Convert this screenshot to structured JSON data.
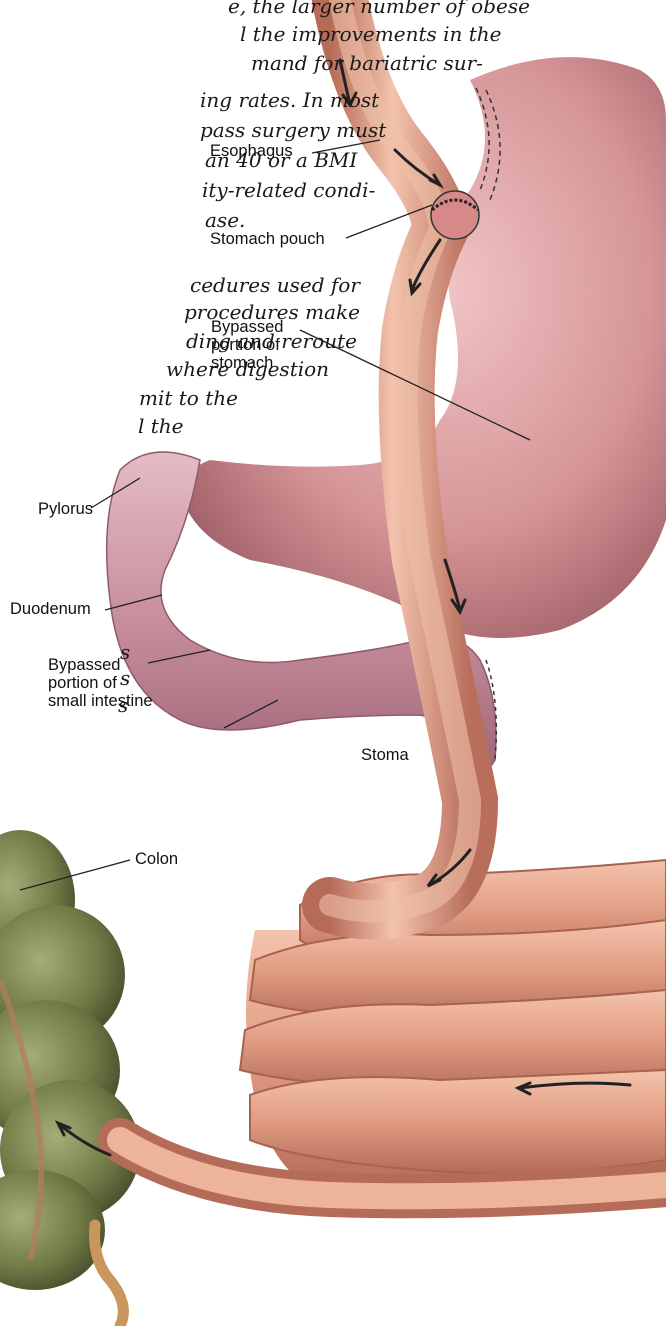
{
  "body_text": {
    "lines": [
      "e, the larger number of obese",
      "l the improvements in the",
      "mand for bariatric sur-",
      "ing rates. In most",
      "pass surgery must",
      "an 40 or a BMI",
      "ity-related condi-",
      "ase.",
      "cedures used for",
      "procedures make",
      "ding and reroute",
      "where digestion",
      "mit to the",
      "l the",
      "s",
      "s",
      "s"
    ]
  },
  "labels": {
    "esophagus": "Esophagus",
    "stomach_pouch": "Stomach pouch",
    "bypassed_stomach": [
      "Bypassed",
      "portion of",
      "stomach"
    ],
    "pylorus": "Pylorus",
    "duodenum": "Duodenum",
    "bypassed_intestine": [
      "Bypassed",
      "portion of",
      "small intestine"
    ],
    "stoma": "Stoma",
    "colon": "Colon"
  },
  "colors": {
    "stomach": "#d99a99",
    "bypassed_stomach": "#d8a7b1",
    "intestine": "#e8a488",
    "colon": "#6f7a45",
    "arrow": "#222222",
    "leader": "#222222"
  }
}
